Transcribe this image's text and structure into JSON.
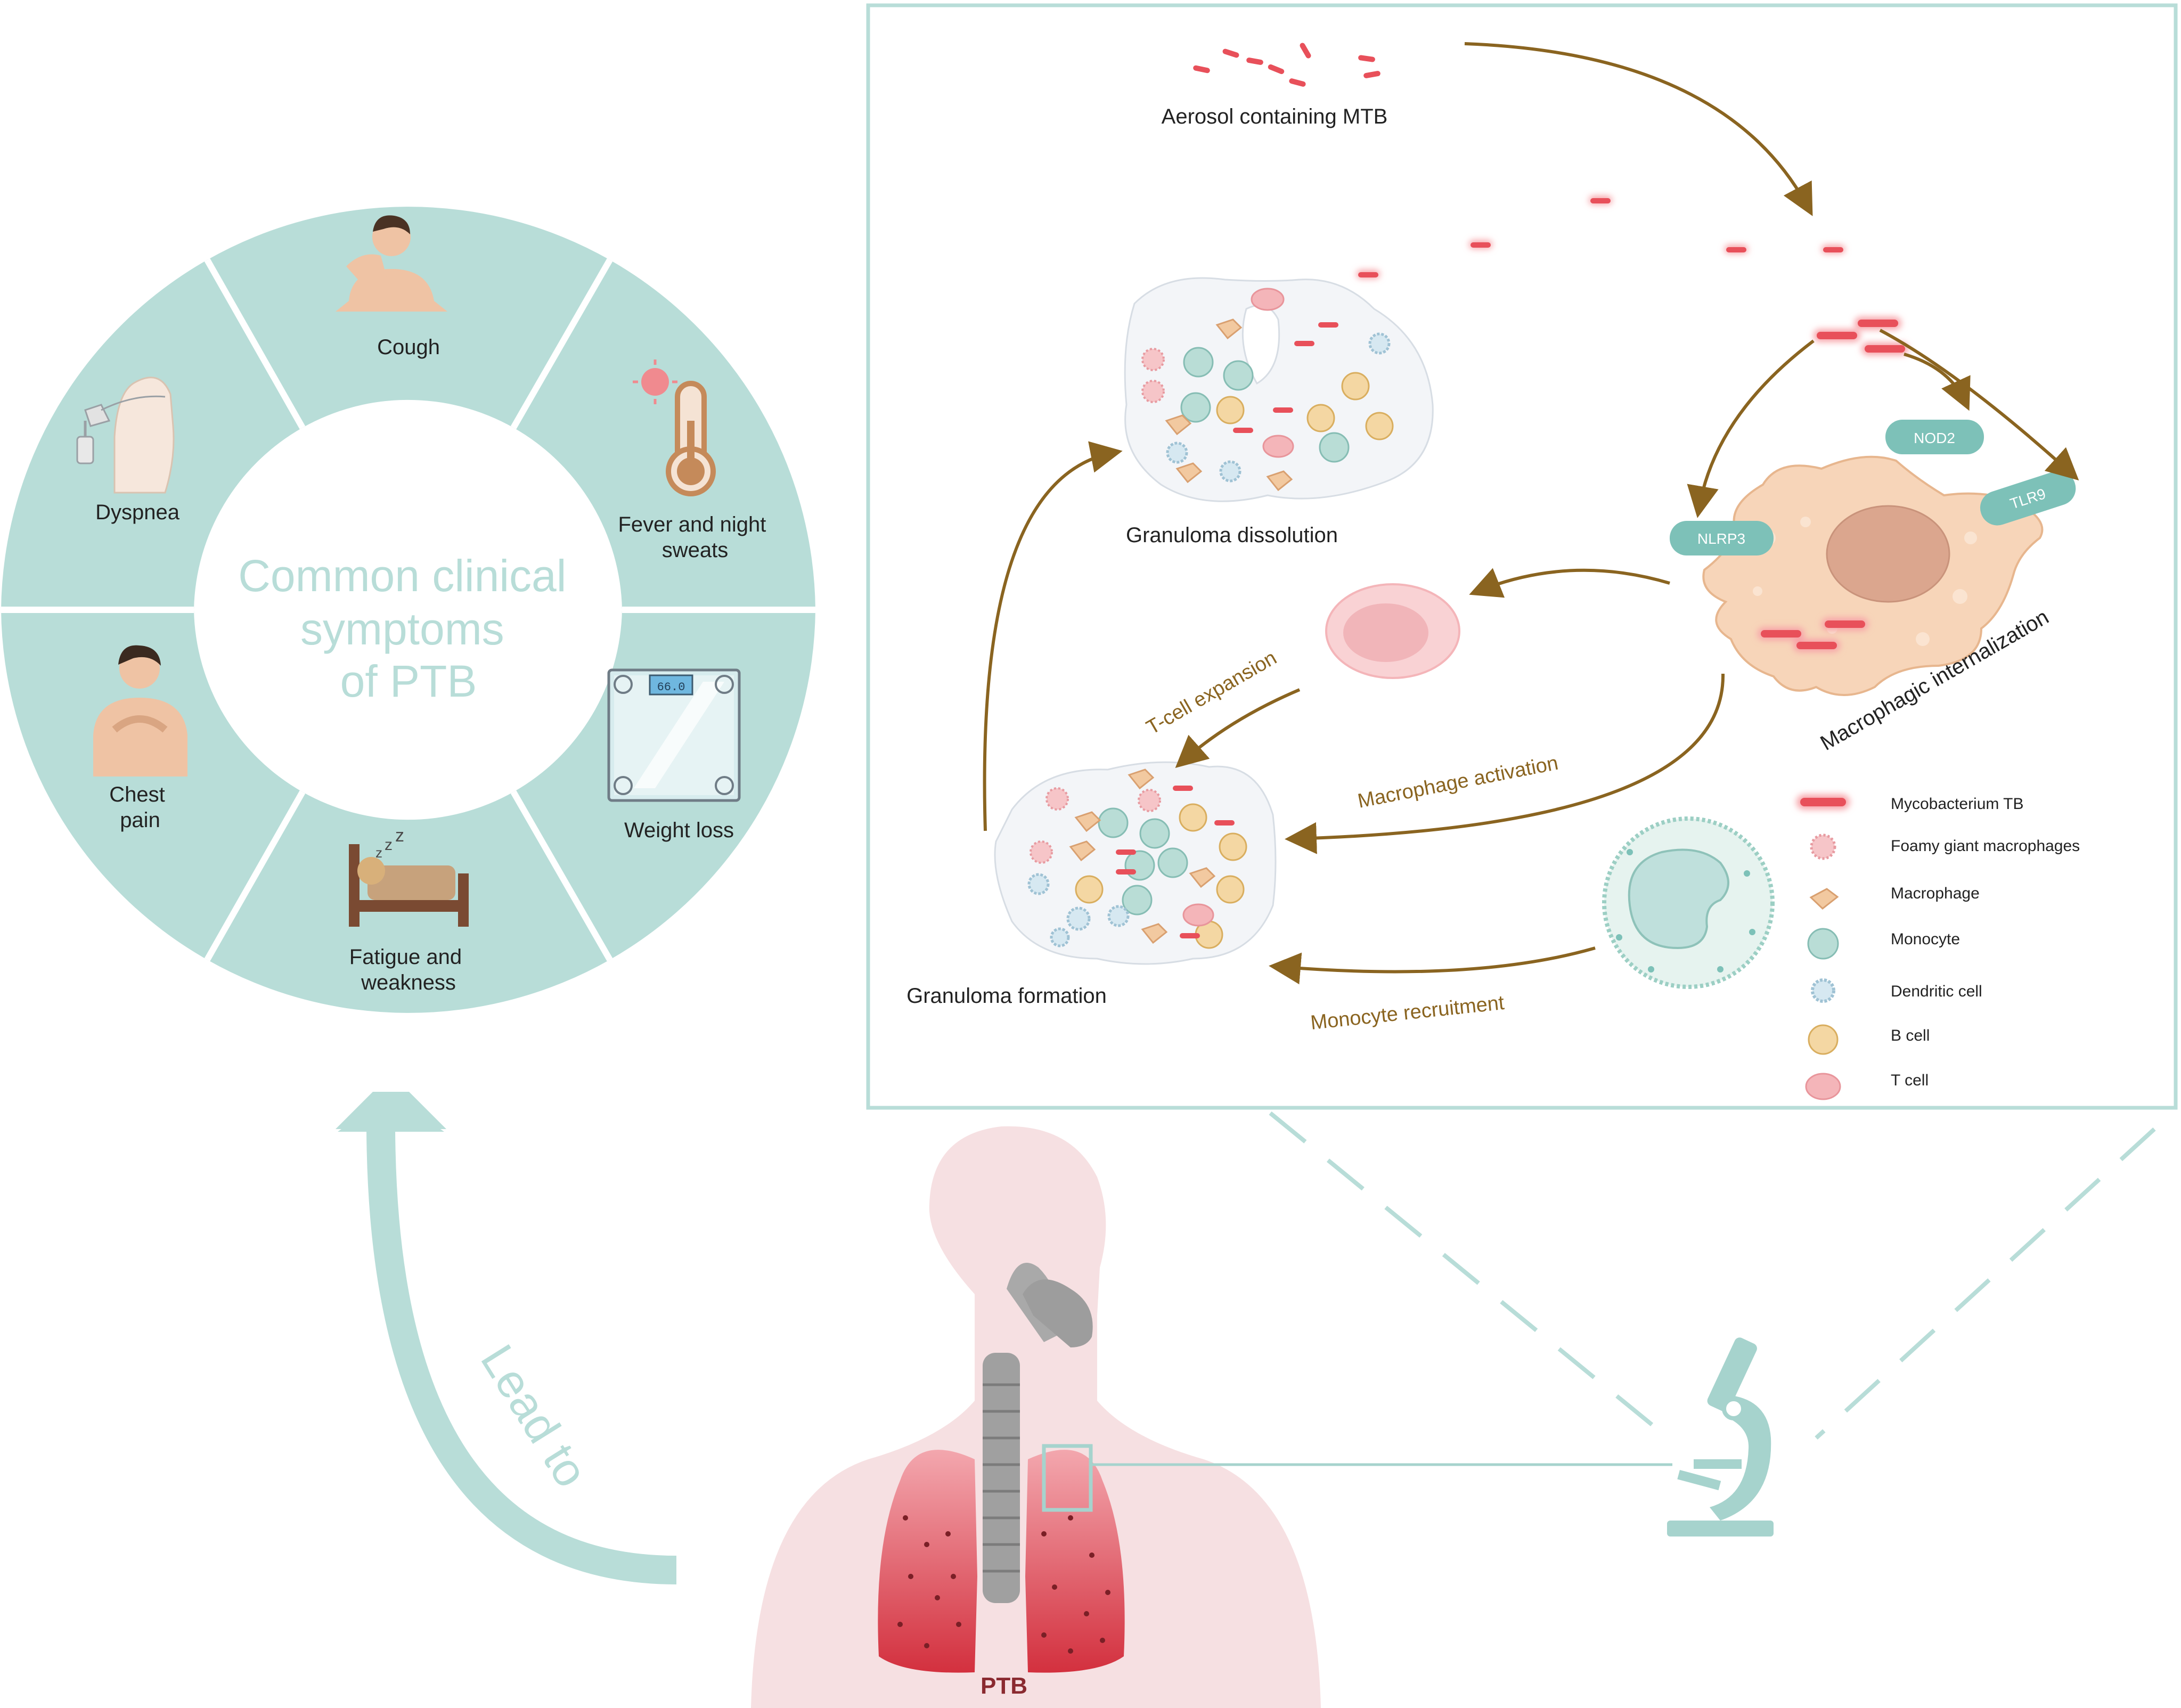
{
  "wheel": {
    "center_title": [
      "Common clinical",
      "symptoms",
      "of PTB"
    ],
    "segments": [
      {
        "lines": [
          "Cough"
        ],
        "icon": "coughing-man-icon"
      },
      {
        "lines": [
          "Fever and night",
          "sweats"
        ],
        "icon": "thermometer-icon"
      },
      {
        "lines": [
          "Weight loss"
        ],
        "icon": "weighing-scale-icon"
      },
      {
        "lines": [
          "Fatigue and",
          "weakness"
        ],
        "icon": "sleeping-bed-icon"
      },
      {
        "lines": [
          "Chest",
          "pain"
        ],
        "icon": "chest-pain-man-icon"
      },
      {
        "lines": [
          "Dyspnea"
        ],
        "icon": "oxygen-mask-icon"
      }
    ],
    "scale_reading": "66.0"
  },
  "lead_to": "Lead to",
  "body_label": "PTB",
  "panel": {
    "aerosol": "Aerosol containing MTB",
    "granuloma_dissolution": "Granuloma dissolution",
    "granuloma_formation": "Granuloma formation",
    "macrophagic_internalization": "Macrophagic internalization",
    "receptors": {
      "nod2": "NOD2",
      "tlr9": "TLR9",
      "nlrp3": "NLRP3"
    },
    "arrows": {
      "tcell_expansion": "T-cell expansion",
      "macrophage_activation": "Macrophage activation",
      "monocyte_recruitment": "Monocyte recruitment"
    },
    "legend": [
      {
        "label": "Mycobacterium TB",
        "kind": "mtb"
      },
      {
        "label": "Foamy giant macrophages",
        "kind": "foamy"
      },
      {
        "label": "Macrophage",
        "kind": "macrophage"
      },
      {
        "label": "Monocyte",
        "kind": "monocyte"
      },
      {
        "label": "Dendritic cell",
        "kind": "dendritic"
      },
      {
        "label": "B cell",
        "kind": "bcell"
      },
      {
        "label": "T cell",
        "kind": "tcell"
      }
    ]
  },
  "colors": {
    "teal": "#b8ddd8",
    "teal_dark": "#7dc1b8",
    "mtb_red": "#e8505a",
    "arrow_brown": "#8a6420",
    "body_pink": "#f6e0e2",
    "lung_red": "#d93d4a"
  }
}
